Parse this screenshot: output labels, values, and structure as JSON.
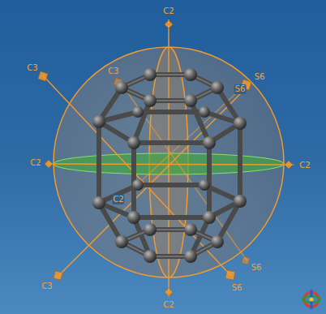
{
  "diagram": {
    "labels": [
      "C2",
      "C3",
      "C3",
      "S6",
      "S6",
      "C2",
      "C2",
      "C2",
      "S6",
      "C3",
      "S6",
      "C2"
    ]
  }
}
